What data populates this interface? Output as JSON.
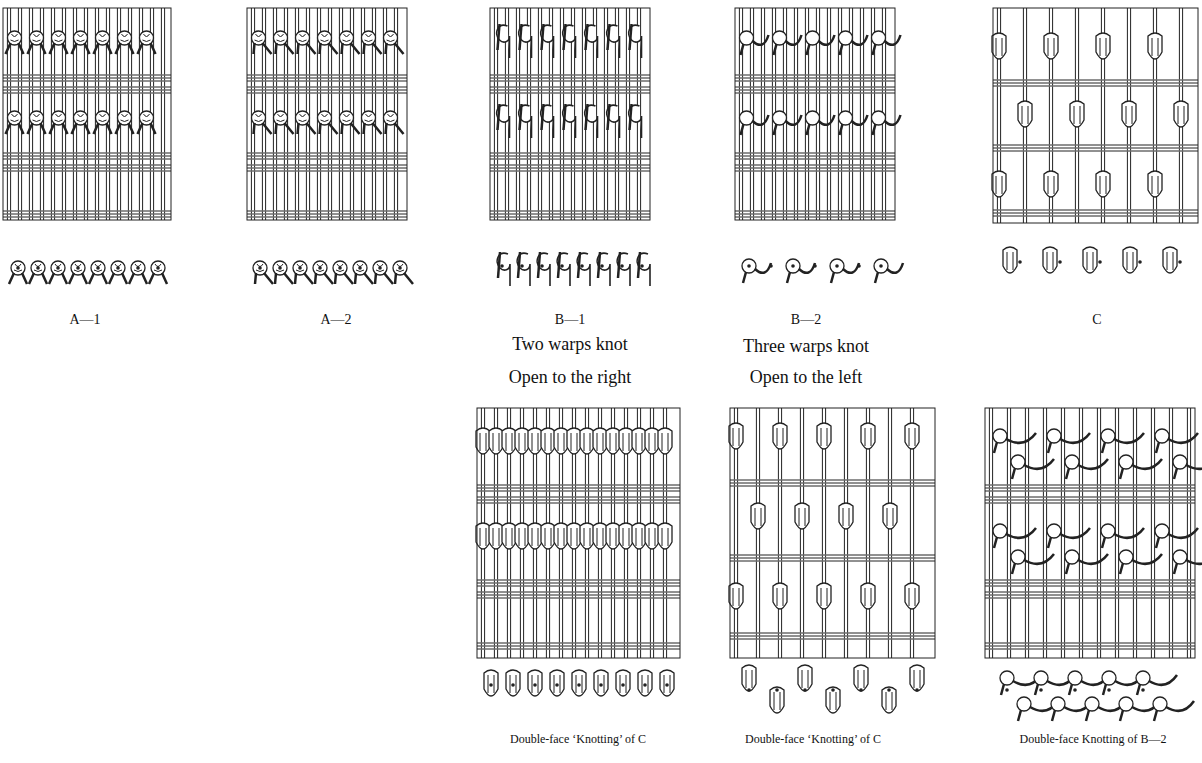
{
  "diagram": {
    "labels": [
      "A—1",
      "A—2",
      "B—1",
      "B—2",
      "C",
      "Two warps knot",
      "Three warps knot",
      "Open to the right",
      "Open to the left",
      "Double-face ‘Knotting’ of C",
      "Double-face ‘Knotting’ of C",
      "Double-face Knotting of B—2"
    ]
  }
}
